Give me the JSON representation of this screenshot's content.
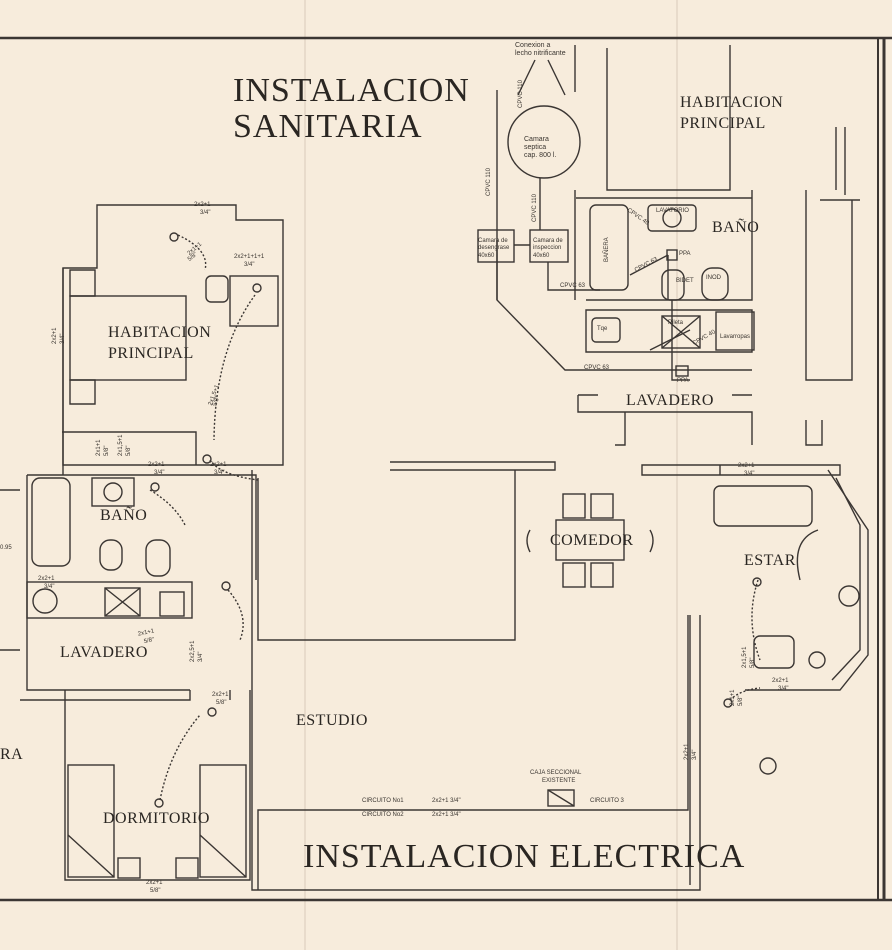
{
  "titles": {
    "sanitaria_line1": "INSTALACION",
    "sanitaria_line2": "SANITARIA",
    "electrica": "INSTALACION  ELECTRICA"
  },
  "sanitaria": {
    "rooms": {
      "habitacion_line1": "HABITACION",
      "habitacion_line2": "PRINCIPAL",
      "bano": "BAÑO",
      "lavadero": "LAVADERO"
    },
    "labels": {
      "conexion_line1": "Conexion a",
      "conexion_line2": "lecho nitrificante",
      "camara_septica_1": "Camara",
      "camara_septica_2": "septica",
      "camara_septica_3": "cap. 800 l.",
      "camara_desengrase_1": "Camara de",
      "camara_desengrase_2": "desengrase",
      "camara_desengrase_3": "40x60",
      "camara_inspeccion_1": "Camara de",
      "camara_inspeccion_2": "inspeccion",
      "camara_inspeccion_3": "40x60",
      "cpvc_110_a": "CPVC 110",
      "cpvc_110_b": "CPVC 110",
      "cpvc_110_c": "CPVC 110",
      "cpvc_63_a": "CPVC 63",
      "cpvc_63_b": "CPVC 63",
      "cpvc_63_c": "CPVC 63",
      "cpvc_40_a": "CPVC 40",
      "cpvc_40_b": "CPVC 40",
      "ppa_1": "PPA",
      "ppa_2": "PPA",
      "banera": "BAÑERA",
      "lavatorio": "LAVATORIO",
      "bidet": "BIDET",
      "inodoro": "INOD",
      "pileta": "Pileta",
      "lavarropas": "Lavarropas",
      "tanque": "Tqe"
    }
  },
  "electrica": {
    "rooms": {
      "habitacion_line1": "HABITACION",
      "habitacion_line2": "PRINCIPAL",
      "bano": "BAÑO",
      "lavadero": "LAVADERO",
      "comedor": "COMEDOR",
      "estar": "ESTAR",
      "estudio": "ESTUDIO",
      "dormitorio": "DORMITORIO",
      "partial": "RA"
    },
    "circuit_labels": {
      "c1": "2x2+1",
      "c1b": "3/4\"",
      "c2": "2x2+1+1+1",
      "c2b": "3/4\"",
      "c3": "2x1+1",
      "c3b": "5/8\"",
      "c4": "2x2+1",
      "c4b": "3/4\"",
      "c5": "2x1,5+1",
      "c5b": "5/8\"",
      "c6": "2x2+1",
      "c6b": "3/4\"",
      "c7": "2x1+1",
      "c7b": "5/8\"",
      "c8": "2x1,5+1",
      "c8b": "5/8\"",
      "c9": "2x2+1",
      "c9b": "3/4\"",
      "c10": "2x2,5+1",
      "c10b": "3/4\"",
      "c11": "2x2+1",
      "c11b": "3/4\"",
      "c12": "2x1+1",
      "c12b": "5/8\"",
      "c13": "2x2+1",
      "c13b": "5/8\"",
      "c14": "2x2+1",
      "c14b": "5/8\"",
      "c15": "2x2+1",
      "c15b": "3/4\"",
      "c16": "2x1,5+1",
      "c16b": "5/8\"",
      "c17": "2x1+1",
      "c17b": "5/8\"",
      "c18": "2x2+1",
      "c18b": "3/4\"",
      "c19": "2x2+1",
      "c19b": "3/4\"",
      "dim": "0.95"
    },
    "caja_line1": "CAJA SECCIONAL",
    "caja_line2": "EXISTENTE",
    "circuito_1": "CIRCUITO  No1",
    "circuito_1_spec": "2x2+1  3/4\"",
    "circuito_2": "CIRCUITO  No2",
    "circuito_2_spec": "2x2+1  3/4\"",
    "circuito_3": "CIRCUITO  3"
  }
}
